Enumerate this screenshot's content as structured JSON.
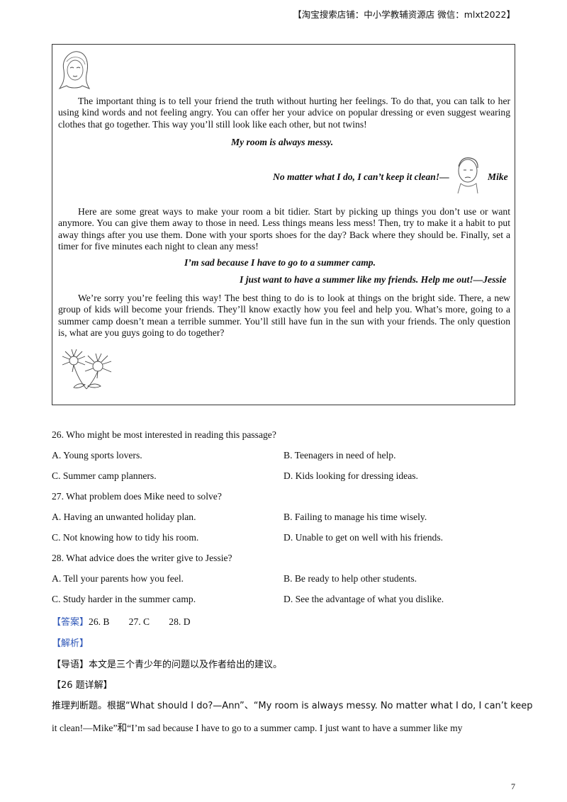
{
  "header": {
    "shop_note": "【淘宝搜索店铺：中小学教辅资源店 微信：mlxt2022】"
  },
  "passage": {
    "para1": "The important thing is to tell your friend the truth without hurting her feelings. To do that, you can talk to her using kind words and not feeling angry. You can offer her your advice on popular dressing or even suggest wearing clothes that go together. This way you’ll still look like each other, but not twins!",
    "mike_heading": "My room is always messy.",
    "mike_line": "No matter what I do, I can’t keep it clean!—",
    "mike_name": "Mike",
    "para2": "Here are some great ways to make your room a bit tidier. Start by picking up things you don’t use or want anymore. You can give them away to those in need. Less things means less mess! Then, try to make it a habit to put away things after you use them. Done with your sports shoes for the day? Back where they should be. Finally, set a timer for five minutes each night to clean any mess!",
    "jessie_heading": "I’m sad because I have to go to a summer camp.",
    "jessie_line": "I just want to have a summer like my friends. Help me out!—Jessie",
    "para3": "We’re sorry you’re feeling this way! The best thing to do is to look at things on the bright side. There, a new group of kids will become your friends. They’ll know exactly how you feel and help you. What’s more, going to a summer camp doesn’t mean a terrible summer. You’ll still have fun in the sun with your friends. The only question is, what are you guys going to do together?"
  },
  "questions": [
    {
      "stem": "26.  Who might be most interested in reading this passage?",
      "options": [
        "A.  Young sports lovers.",
        "B.  Teenagers in need of help.",
        "C.  Summer camp planners.",
        "D.  Kids looking for dressing ideas."
      ]
    },
    {
      "stem": "27.  What problem does Mike need to solve?",
      "options": [
        "A.  Having an unwanted holiday plan.",
        "B.  Failing to manage his time wisely.",
        "C.  Not knowing how to tidy his room.",
        "D.  Unable to get on well with his friends."
      ]
    },
    {
      "stem": "28.  What advice does the writer give to Jessie?",
      "options": [
        "A.  Tell your parents how you feel.",
        "B.  Be ready to help other students.",
        "C.  Study harder in the summer camp.",
        "D.  See the advantage of what you dislike."
      ]
    }
  ],
  "answer": {
    "tag": "【答案】",
    "text": "26. B        27. C        28. D"
  },
  "analysis": {
    "tag": "【解析】",
    "intro": "【导语】本文是三个青少年的问题以及作者给出的建议。",
    "detail_title": "【26 题详解】",
    "detail_line1": "推理判断题。根据“What should I do?—Ann”、“My room is always messy. No matter what I do, I can’t keep",
    "detail_line2": "it clean!—Mike”和“I’m sad because I have to go to a summer camp. I just want to have a summer like my"
  },
  "page_number": "7"
}
